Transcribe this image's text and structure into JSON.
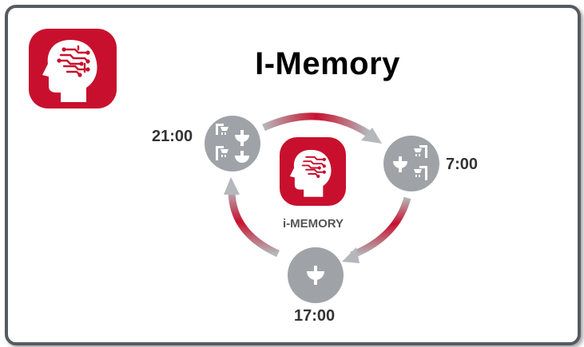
{
  "title": "I-Memory",
  "center_label": "i-MEMORY",
  "schedule": [
    {
      "time": "21:00",
      "fixtures": [
        "shower-icon",
        "sink-icon",
        "shower-icon",
        "sink-icon"
      ]
    },
    {
      "time": "7:00",
      "fixtures": [
        "sink-icon",
        "shower-icon",
        "shower-icon"
      ]
    },
    {
      "time": "17:00",
      "fixtures": [
        "sink-icon"
      ]
    }
  ],
  "colors": {
    "brand_red": "#c8102e",
    "node_gray": "#9fa3a7",
    "arrow_gray": "#b5b8bb",
    "frame": "#555b60"
  }
}
